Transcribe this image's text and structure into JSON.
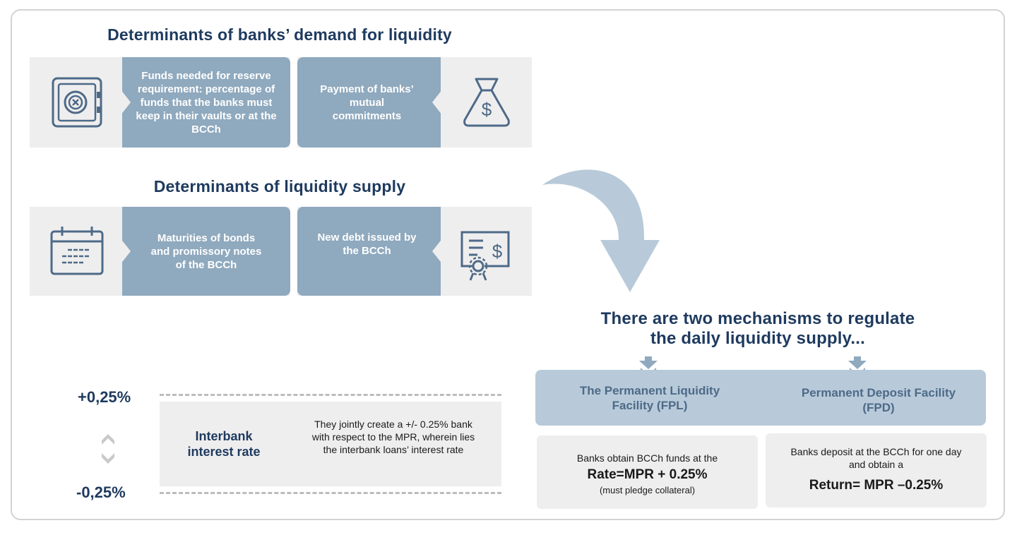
{
  "demand": {
    "title": "Determinants of banks’ demand for liquidity",
    "reserve_text": "Funds needed for reserve requirement: percentage of funds that the banks must keep in their vaults or at the BCCh",
    "payment_text": "Payment of banks’ mutual commitments"
  },
  "supply": {
    "title": "Determinants of liquidity supply",
    "maturities_text": "Maturities of bonds and promissory notes of the BCCh",
    "newdebt_text": "New debt issued by the BCCh"
  },
  "corridor": {
    "upper": "+0,25%",
    "lower": "-0,25%",
    "label": "Interbank interest rate",
    "description": "They jointly create a +/- 0.25% bank with respect to the MPR, wherein lies the interbank loans’ interest rate"
  },
  "mechanisms": {
    "title_line1": "There are two mechanisms to regulate",
    "title_line2": "the daily liquidity supply...",
    "fpl": {
      "name": "The Permanent Liquidity Facility (FPL)",
      "line1": "Banks obtain BCCh funds at the",
      "rate": "Rate=MPR + 0.25%",
      "note": "(must pledge collateral)"
    },
    "fpd": {
      "name": "Permanent Deposit Facility (FPD)",
      "line1": "Banks deposit at the BCCh for one day and obtain a",
      "rate": "Return= MPR –0.25%"
    }
  },
  "colors": {
    "navy": "#1e3a5f",
    "steel_blue": "#8fa9be",
    "light_blue": "#b8cad9",
    "panel_gray": "#efeeee",
    "icon_stroke": "#4d6a88"
  },
  "icons": [
    "vault-icon",
    "money-bag-icon",
    "calendar-icon",
    "certificate-icon",
    "curved-arrow-icon",
    "double-chevron-icon"
  ]
}
